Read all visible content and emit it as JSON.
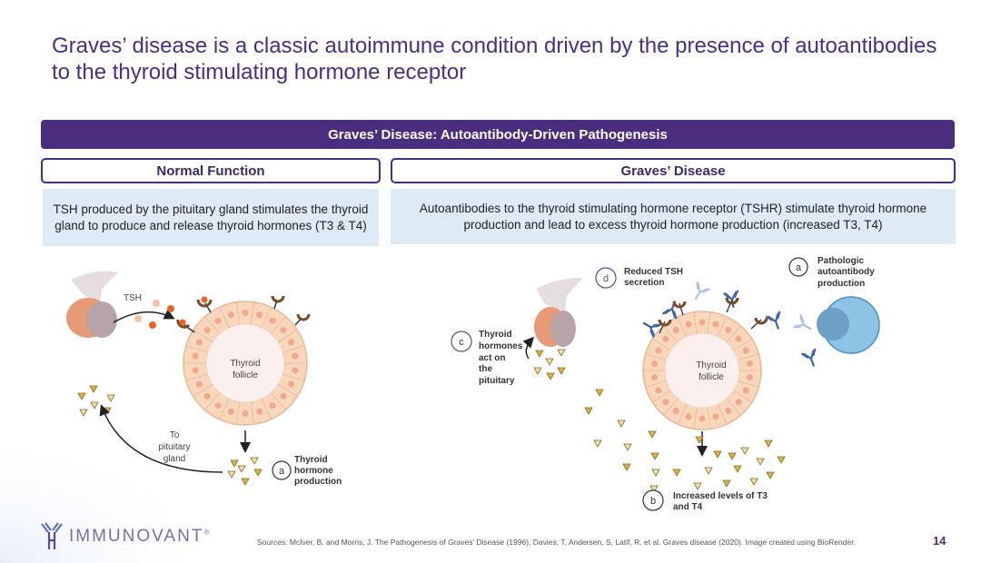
{
  "title": "Graves’ disease is a classic autoimmune condition driven by the presence of autoantibodies to the thyroid stimulating hormone receptor",
  "banner": "Graves’ Disease: Autoantibody-Driven Pathogenesis",
  "columns": {
    "normal": {
      "heading": "Normal Function",
      "description": "TSH produced by the pituitary gland stimulates the thyroid gland to produce and release thyroid hormones (T3 & T4)",
      "labels": {
        "tsh": "TSH",
        "follicle_1": "Thyroid",
        "follicle_2": "follicle",
        "to_pituitary_1": "To",
        "to_pituitary_2": "pituitary",
        "to_pituitary_3": "gland",
        "marker_a": "a",
        "hormone_1": "Thyroid",
        "hormone_2": "hormone",
        "hormone_3": "production"
      }
    },
    "graves": {
      "heading": "Graves’ Disease",
      "description": "Autoantibodies to the thyroid stimulating hormone receptor (TSHR) stimulate thyroid hormone production and lead to excess thyroid hormone production (increased T3, T4)",
      "labels": {
        "marker_a": "a",
        "pathologic_1": "Pathologic",
        "pathologic_2": "autoantibody",
        "pathologic_3": "production",
        "marker_b": "b",
        "increased_1": "Increased levels of T3",
        "increased_2": "and T4",
        "marker_c": "c",
        "act_1": "Thyroid",
        "act_2": "hormones",
        "act_3": "act on",
        "act_4": "the",
        "act_5": "pituitary",
        "marker_d": "d",
        "reduced_1": "Reduced TSH",
        "reduced_2": "secretion",
        "follicle_1": "Thyroid",
        "follicle_2": "follicle"
      }
    }
  },
  "footer": {
    "logo_text": "IMMUNOVANT",
    "logo_mark": "®",
    "sources": "Sources: McIver, B. and Morris, J. The Pathogenesis of Graves’ Disease (1996), Davies, T, Andersen, S, Latif, R. et al. Graves disease (2020). Image created using BioRender.",
    "page_number": "14"
  },
  "colors": {
    "brand_purple": "#4b2d7f",
    "title_purple": "#4a2f82",
    "panel_blue": "#deeaf6",
    "follicle_cell": "#f9d7bd",
    "receptor_brown": "#7a4a2a",
    "antibody_blue": "#3f63a8",
    "hormone_gold": "#c8a23a"
  }
}
